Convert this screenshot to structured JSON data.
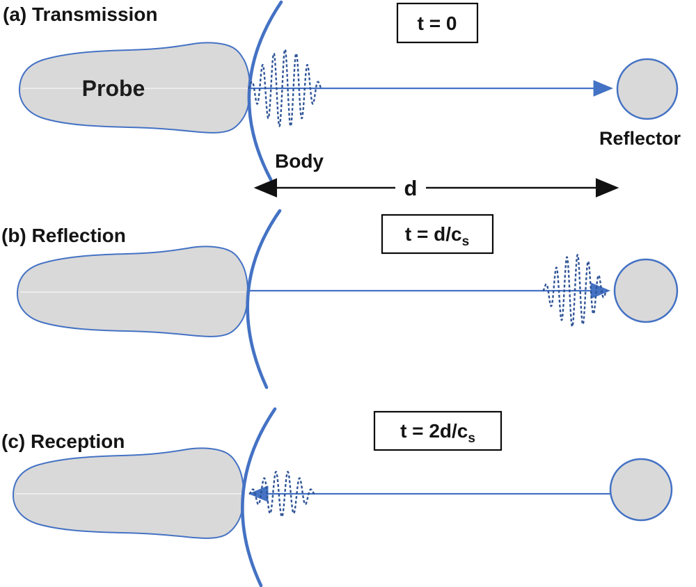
{
  "colors": {
    "accent_blue": "#4472C4",
    "wave_blue": "#2F5496",
    "shape_fill_gray": "#D9D9D9",
    "text_black": "#141414",
    "background": "#ffffff"
  },
  "panels": [
    {
      "label": "(a) Transmission",
      "time_main": "t = 0",
      "time_sub": "",
      "probe_label": "Probe",
      "body_label": "Body",
      "reflector_label": "Reflector",
      "distance_label": "d"
    },
    {
      "label": "(b) Reflection",
      "time_main": "t = d/c",
      "time_sub": "s"
    },
    {
      "label": "(c) Reception",
      "time_main": "t = 2d/c",
      "time_sub": "s"
    }
  ]
}
